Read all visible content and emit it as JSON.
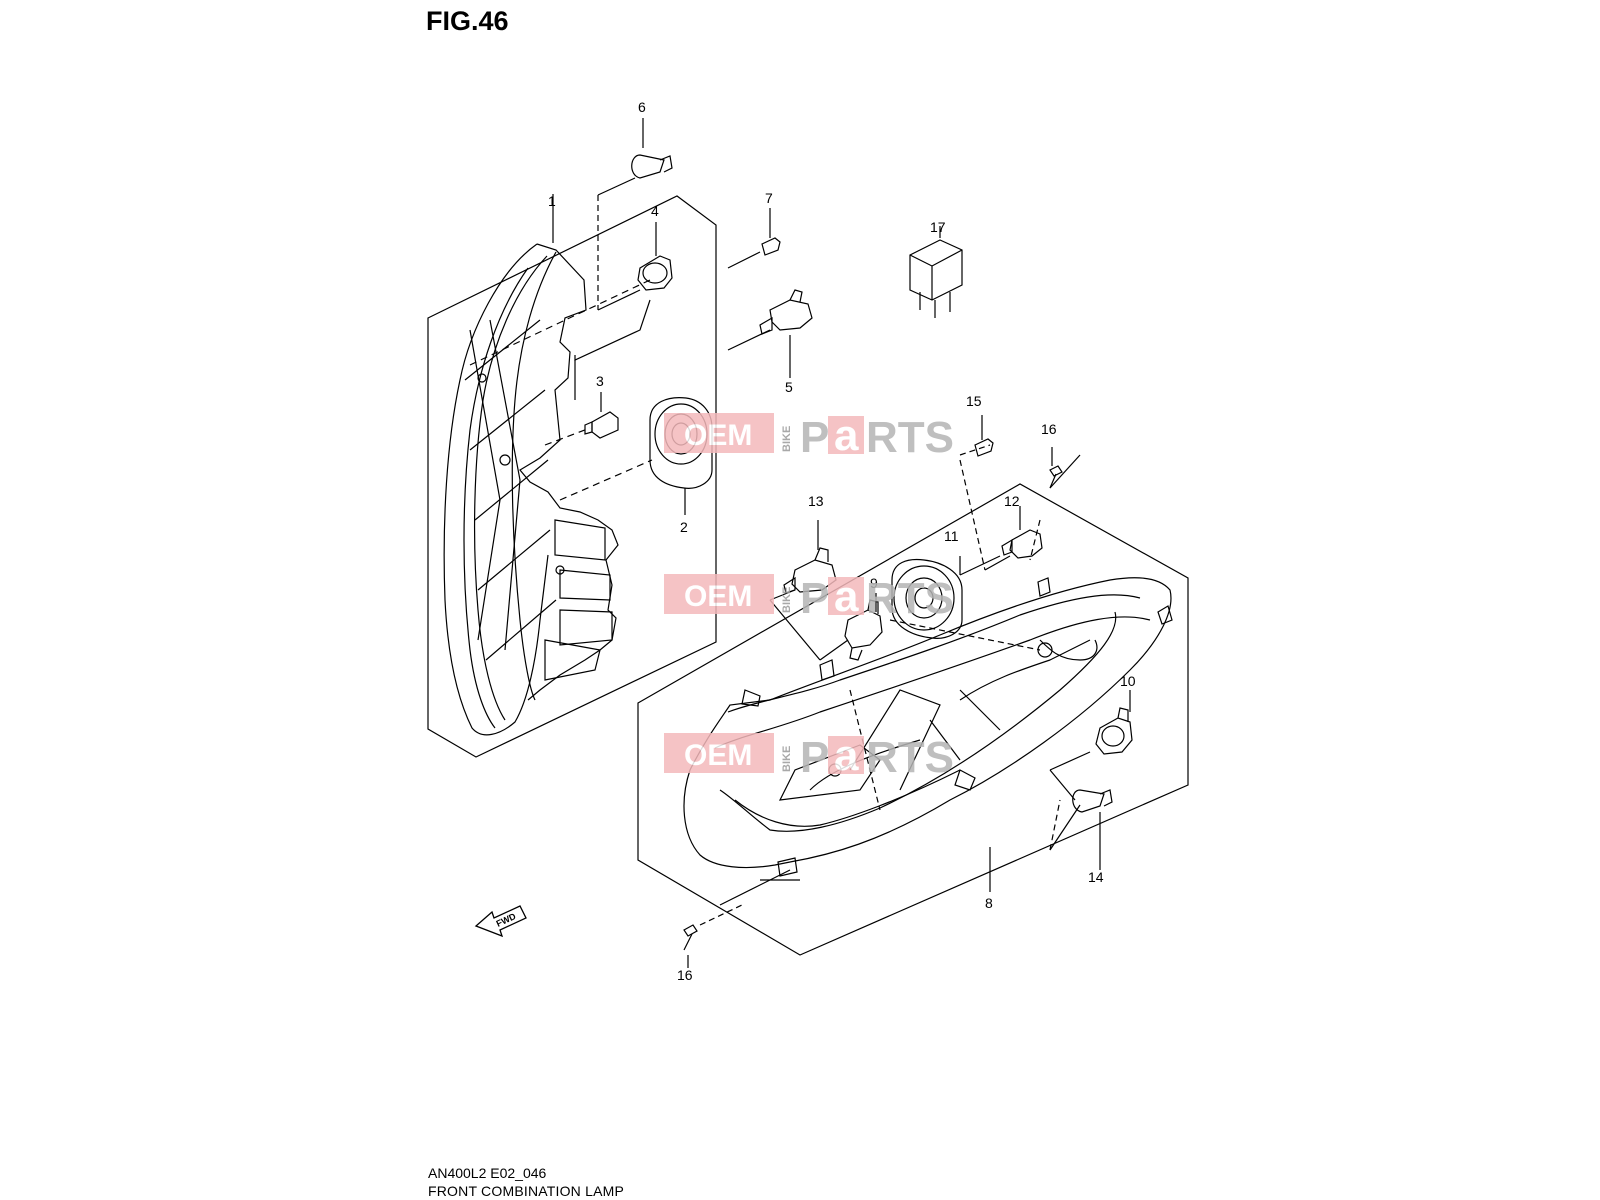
{
  "figure": {
    "title": "FIG.46",
    "code": "AN400L2 E02_046",
    "name": "FRONT COMBINATION LAMP"
  },
  "callouts": [
    "1",
    "2",
    "3",
    "4",
    "5",
    "6",
    "7",
    "8",
    "9",
    "10",
    "11",
    "12",
    "13",
    "14",
    "15",
    "16",
    "16",
    "17"
  ],
  "direction_label": "FWD",
  "watermark": {
    "oem": "OEM",
    "bike": "BIKE",
    "parts_p": "P",
    "parts_a": "a",
    "parts_rts": "RTS",
    "badge_color": "#e8323c",
    "light_color": "#f4b9bb"
  },
  "colors": {
    "line": "#000000",
    "background": "#ffffff"
  }
}
